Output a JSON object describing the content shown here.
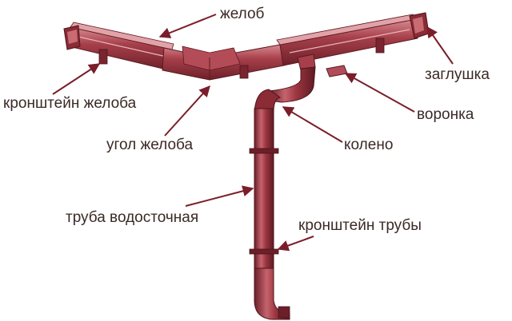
{
  "colors": {
    "body": "#9b3540",
    "dark": "#5d1a22",
    "light": "#c96b73",
    "highlight": "#e9b7bb",
    "arrow": "#7a1e2a",
    "text": "#3a2a26"
  },
  "labels": {
    "zhelob": "желоб",
    "zaglushka": "заглушка",
    "kronshtein_zheloba": "кронштейн желоба",
    "voronka": "воронка",
    "ugol_zheloba": "угол желоба",
    "koleno": "колено",
    "truba": "труба водосточная",
    "kronshtein_truby": "кронштейн трубы"
  },
  "icons": {
    "arrow": "arrow-icon"
  }
}
